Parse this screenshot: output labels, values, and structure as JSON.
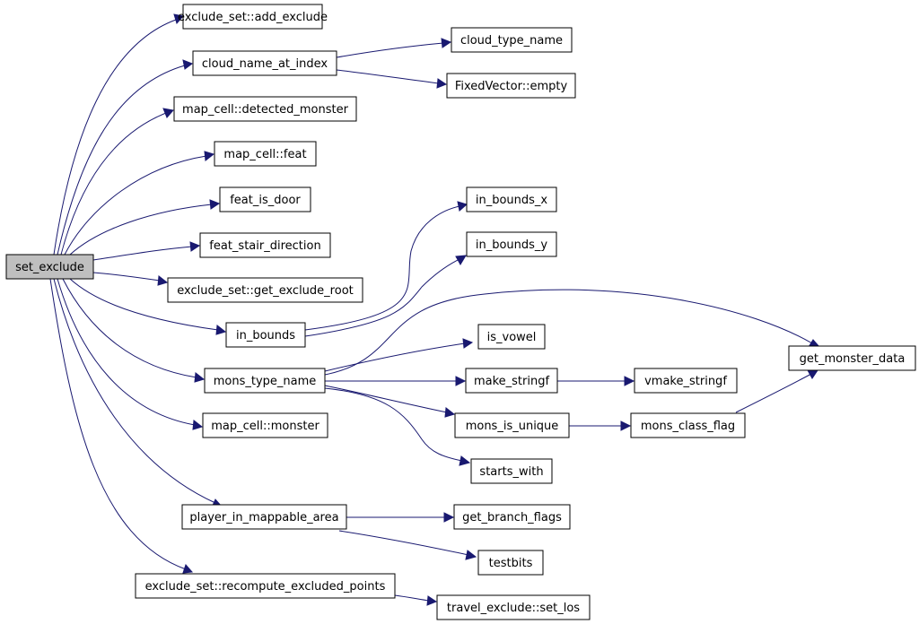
{
  "graph": {
    "edge_color": "#191970",
    "root_fill": "#bfbfbf",
    "nodes": {
      "set_exclude": "set_exclude",
      "add_exclude": "exclude_set::add_exclude",
      "cloud_name_at_index": "cloud_name_at_index",
      "cloud_type_name": "cloud_type_name",
      "fixedvector_empty": "FixedVector::empty",
      "detected_monster": "map_cell::detected_monster",
      "map_cell_feat": "map_cell::feat",
      "feat_is_door": "feat_is_door",
      "feat_stair_direction": "feat_stair_direction",
      "get_exclude_root": "exclude_set::get_exclude_root",
      "in_bounds_x": "in_bounds_x",
      "in_bounds_y": "in_bounds_y",
      "in_bounds": "in_bounds",
      "is_vowel": "is_vowel",
      "get_monster_data": "get_monster_data",
      "mons_type_name": "mons_type_name",
      "make_stringf": "make_stringf",
      "vmake_stringf": "vmake_stringf",
      "mons_is_unique": "mons_is_unique",
      "mons_class_flag": "mons_class_flag",
      "map_cell_monster": "map_cell::monster",
      "starts_with": "starts_with",
      "player_in_mappable_area": "player_in_mappable_area",
      "get_branch_flags": "get_branch_flags",
      "testbits": "testbits",
      "recompute_excluded_points": "exclude_set::recompute_excluded_points",
      "travel_exclude_set_los": "travel_exclude::set_los"
    }
  }
}
